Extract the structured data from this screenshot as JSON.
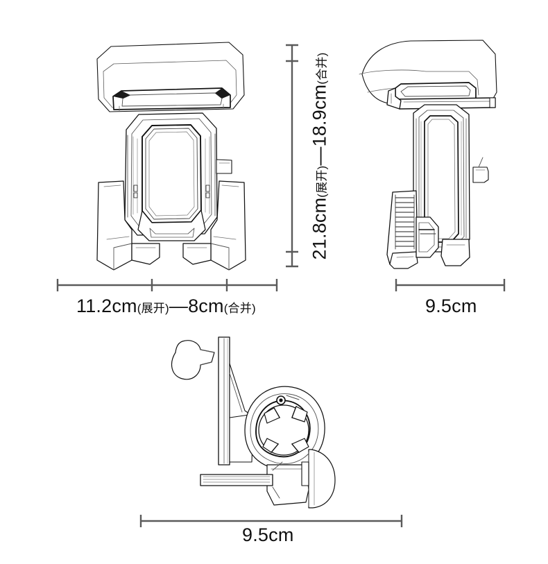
{
  "document": {
    "type": "product-dimension-drawing",
    "subject": "bicycle phone holder mount",
    "background_color": "#ffffff",
    "line_color": "#111111",
    "dimension_line_color": "#5a5a5a"
  },
  "views": [
    {
      "id": "front-view",
      "name": "front-view",
      "label": "front view of phone holder with four adjustable arms"
    },
    {
      "id": "side-view",
      "name": "side-view",
      "label": "side view of phone holder showing ribbed arm adjuster"
    },
    {
      "id": "bottom-view",
      "name": "bottom-view",
      "label": "bottom view of handlebar clamp with ball joint and screw"
    }
  ],
  "dimensions": {
    "front_width": {
      "value_expanded": "11.2cm",
      "note_expanded": "(展开)",
      "separator": "—",
      "value_folded": "8cm",
      "note_folded": "(合并)"
    },
    "front_height": {
      "value_expanded": "21.8cm",
      "note_expanded": "(展开)",
      "separator": "—",
      "value_folded": "18.9cm",
      "note_folded": "(合并)"
    },
    "side_width": {
      "value": "9.5cm"
    },
    "bottom_width": {
      "value": "9.5cm"
    }
  }
}
